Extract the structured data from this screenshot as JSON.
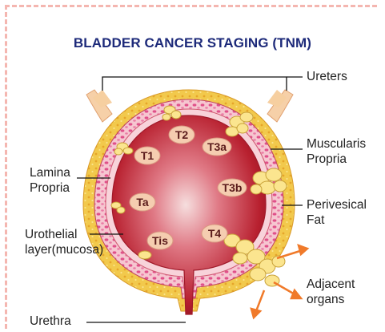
{
  "title": "BLADDER CANCER STAGING (TNM)",
  "labels": {
    "ureters": "Ureters",
    "muscularis_1": "Muscularis",
    "muscularis_2": "Propria",
    "lamina_1": "Lamina",
    "lamina_2": "Propria",
    "perivesical_1": "Perivesical",
    "perivesical_2": "Fat",
    "urothelial_1": "Urothelial",
    "urothelial_2": "layer(mucosa)",
    "adjacent_1": "Adjacent",
    "adjacent_2": "organs",
    "urethra": "Urethra"
  },
  "stages": [
    "T1",
    "T2",
    "T3a",
    "T3b",
    "Ta",
    "Tis",
    "T4"
  ],
  "colors": {
    "title": "#1d2a7a",
    "fat": "#f2c94c",
    "muscle": "#f3b6c2",
    "cavity": "#b8202f",
    "tumor": "#fbe58f",
    "arrow": "#f07a2a"
  }
}
